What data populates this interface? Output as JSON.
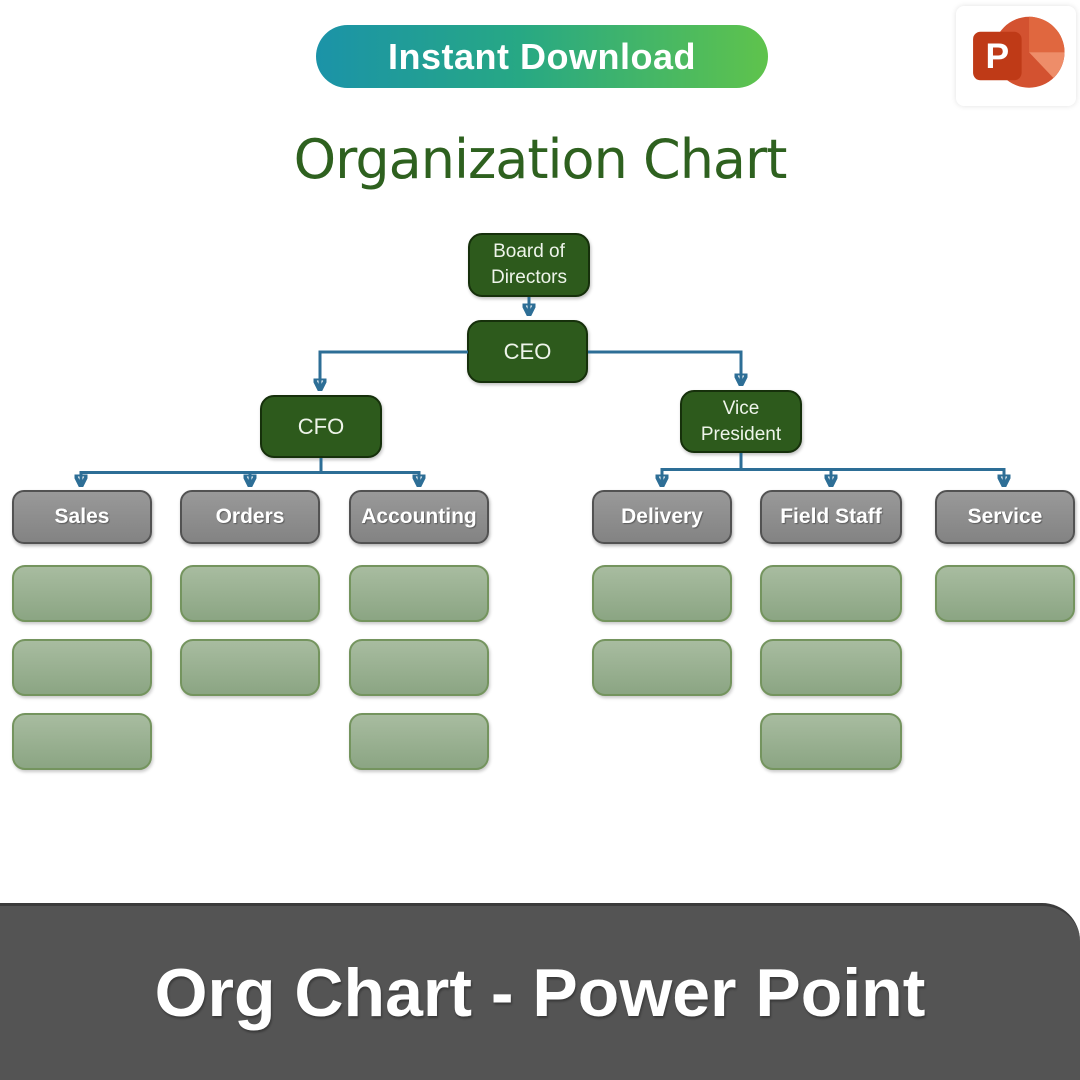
{
  "badge": {
    "label": "Instant Download",
    "gradient_start": "#1b93a8",
    "gradient_end": "#5fc34c"
  },
  "powerpoint_icon": {
    "name": "powerpoint-icon",
    "letter": "P",
    "square_color": "#bf3a17",
    "circle_color": "#d35230",
    "wedge_light": "#e0673f",
    "wedge_lighter": "#ee8d69"
  },
  "title": {
    "text": "Organization Chart",
    "color": "#2e611f"
  },
  "org_chart": {
    "type": "org-diagram",
    "connector_color": "#2d6e96",
    "executive_color": "#2d5a1c",
    "department_color": "#8d8d8d",
    "placeholder_color": "#95ad8c",
    "nodes": {
      "board": {
        "label": "Board of Directors"
      },
      "ceo": {
        "label": "CEO"
      },
      "cfo": {
        "label": "CFO"
      },
      "vp": {
        "label": "Vice President"
      }
    },
    "departments": [
      {
        "id": "sales",
        "label": "Sales",
        "parent": "CFO",
        "placeholders": 3
      },
      {
        "id": "orders",
        "label": "Orders",
        "parent": "CFO",
        "placeholders": 2
      },
      {
        "id": "accounting",
        "label": "Accounting",
        "parent": "CFO",
        "placeholders": 3
      },
      {
        "id": "delivery",
        "label": "Delivery",
        "parent": "Vice President",
        "placeholders": 2
      },
      {
        "id": "field-staff",
        "label": "Field Staff",
        "parent": "Vice President",
        "placeholders": 3
      },
      {
        "id": "service",
        "label": "Service",
        "parent": "Vice President",
        "placeholders": 1
      }
    ]
  },
  "footer": {
    "caption": "Org Chart - Power Point",
    "background": "#545454"
  }
}
